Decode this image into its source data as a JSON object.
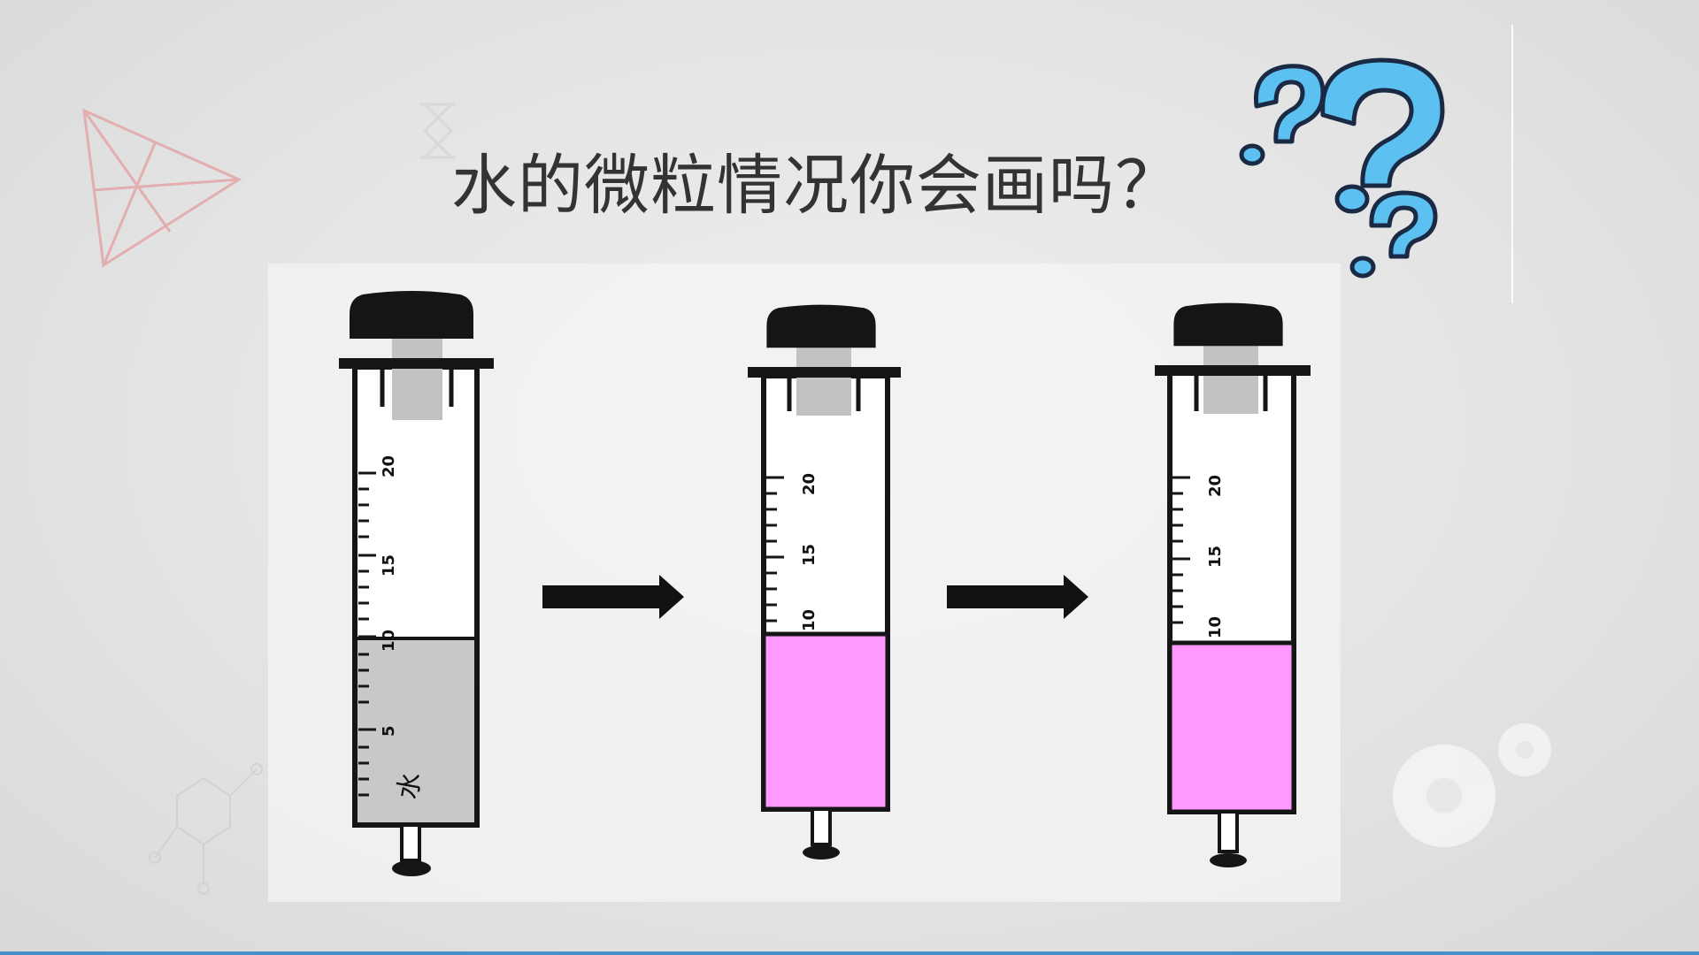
{
  "slide": {
    "title": "水的微粒情况你会画吗？"
  },
  "syringes": [
    {
      "id": "original",
      "contents_label": "水",
      "scale_labels": [
        "20",
        "15",
        "10",
        "5"
      ],
      "fill_color": "#c8c8c8"
    },
    {
      "id": "middle",
      "contents_label": "",
      "scale_labels": [
        "20",
        "15",
        "10"
      ],
      "fill_color": "#ff99ff"
    },
    {
      "id": "final",
      "contents_label": "",
      "scale_labels": [
        "20",
        "15",
        "10"
      ],
      "fill_color": "#ff99ff"
    }
  ],
  "colors": {
    "accent_bar": "#4a90c8",
    "question_mark": "#5cc0f0",
    "water_fill": "#c8c8c8",
    "pink_fill": "#ff99ff"
  }
}
